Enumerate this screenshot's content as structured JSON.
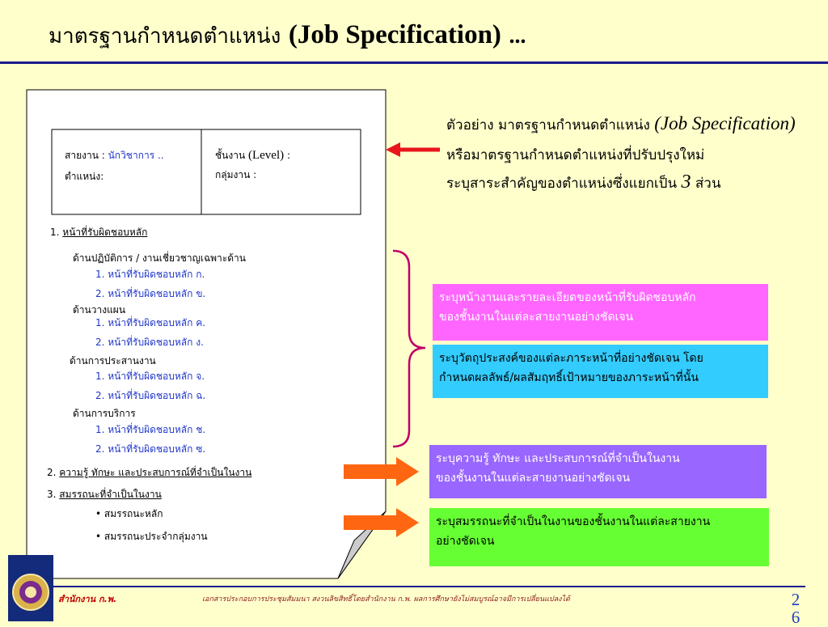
{
  "title": {
    "thai": "มาตรฐานกำหนดตำแหน่ง",
    "english": "(Job Specification)",
    "dots": "..."
  },
  "header_box": {
    "agency_label": "สายงาน :",
    "agency_value": "นักวิชาการ ..",
    "position_label": "ตำแหน่ง:",
    "level_label_th": "ชั้นงาน",
    "level_label_en": "(Level)",
    "level_colon": ":",
    "group_label": "กลุ่มงาน :"
  },
  "doc": {
    "section1": {
      "num": "1.",
      "label": "หน้าที่รับผิดชอบหลัก"
    },
    "groups": [
      {
        "name": "ด้านปฏิบัติการ / งานเชี่ยวชาญเฉพาะด้าน",
        "items": [
          "1. หน้าที่รับผิดชอบหลัก ก.",
          "2. หน้าที่รับผิดชอบหลัก ข."
        ]
      },
      {
        "name": "ด้านวางแผน",
        "items": [
          "1. หน้าที่รับผิดชอบหลัก ค.",
          "2. หน้าที่รับผิดชอบหลัก ง."
        ]
      },
      {
        "name": "ด้านการประสานงาน",
        "items": [
          "1. หน้าที่รับผิดชอบหลัก จ.",
          "2. หน้าที่รับผิดชอบหลัก ฉ."
        ]
      },
      {
        "name": "ด้านการบริการ",
        "items": [
          "1. หน้าที่รับผิดชอบหลัก ช.",
          "2. หน้าที่รับผิดชอบหลัก ซ."
        ]
      }
    ],
    "section2": {
      "num": "2.",
      "label": "ความรู้ ทักษะ และประสบการณ์ที่จำเป็นในงาน"
    },
    "section3": {
      "num": "3.",
      "label": "สมรรถนะที่จำเป็นในงาน"
    },
    "bullets": [
      "• สมรรถนะหลัก",
      "• สมรรถนะประจำกลุ่มงาน"
    ]
  },
  "notes": {
    "line1_th": "ตัวอย่าง มาตรฐานกำหนดตำแหน่ง",
    "line1_en": "(Job Specification)",
    "line2": "หรือมาตรฐานกำหนดตำแหน่งที่ปรับปรุงใหม่",
    "line3_a": "ระบุสาระสำคัญของตำแหน่งซึ่งแยกเป็น",
    "line3_num": "3",
    "line3_b": "ส่วน"
  },
  "callouts": {
    "pink": {
      "line1": "ระบุหน้างานและรายละเอียดของหน้าที่รับผิดชอบหลัก",
      "line2": "ของชั้นงานในแต่ละสายงานอย่างชัดเจน",
      "color": "#ff66ff"
    },
    "cyan": {
      "line1": "ระบุวัตถุประสงค์ของแต่ละภาระหน้าที่อย่างชัดเจน โดย",
      "line2": "กำหนดผลลัพธ์/ผลสัมฤทธิ์เป้าหมายของภาระหน้าที่นั้น",
      "color": "#33ccff"
    },
    "purple": {
      "line1": "ระบุความรู้ ทักษะ และประสบการณ์ที่จำเป็นในงาน",
      "line2": "ของชั้นงานในแต่ละสายงานอย่างชัดเจน",
      "color": "#9966ff"
    },
    "green": {
      "line1": "ระบุสมรรถนะที่จำเป็นในงานของชั้นงานในแต่ละสายงาน",
      "line2": "อย่างชัดเจน",
      "color": "#66ff33"
    }
  },
  "colors": {
    "arrow_red": "#e8161b",
    "arrow_orange": "#ff6611",
    "brace": "#c0006a",
    "accent_blue": "#1c1c8c"
  },
  "footer": {
    "org": "สำนักงาน ก.พ.",
    "note": "เอกสารประกอบการประชุมสัมมนา สงวนลิขสิทธิ์โดยสำนักงาน ก.พ. ผลการศึกษายังไม่สมบูรณ์อาจมีการเปลี่ยนแปลงได้",
    "page_line1": "2",
    "page_line2": "6"
  }
}
